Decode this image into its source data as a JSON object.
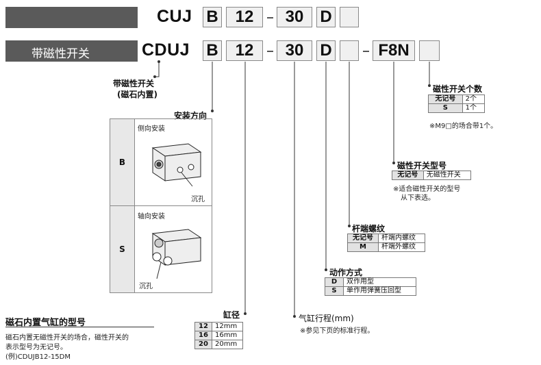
{
  "row1": {
    "prefix": "CUJ",
    "codes": [
      "B",
      "12",
      "30",
      "D",
      ""
    ]
  },
  "row2": {
    "bar_label": "带磁性开关",
    "prefix": "CDUJ",
    "codes": [
      "B",
      "12",
      "30",
      "D",
      "",
      "F8N",
      ""
    ]
  },
  "magnet": {
    "title": "带磁性开关",
    "subtitle": "(磁石内置)"
  },
  "mounting": {
    "title": "安装方向",
    "options": [
      {
        "code": "B",
        "desc": "侧向安装",
        "counterbore": "沉孔"
      },
      {
        "code": "S",
        "desc": "轴向安装",
        "counterbore": "沉孔"
      }
    ]
  },
  "bore": {
    "title": "缸径",
    "rows": [
      [
        "12",
        "12mm"
      ],
      [
        "16",
        "16mm"
      ],
      [
        "20",
        "20mm"
      ]
    ]
  },
  "stroke": {
    "title": "气缸行程(mm)",
    "note": "※参见下页的标准行程。"
  },
  "action": {
    "title": "动作方式",
    "rows": [
      [
        "D",
        "双作用型"
      ],
      [
        "S",
        "单作用弹簧压回型"
      ]
    ]
  },
  "rod_thread": {
    "title": "杆端螺纹",
    "rows": [
      [
        "无记号",
        "杆端内螺纹"
      ],
      [
        "M",
        "杆端外螺纹"
      ]
    ]
  },
  "switch_type": {
    "title": "磁性开关型号",
    "rows": [
      [
        "无记号",
        "无磁性开关"
      ]
    ],
    "note1": "※适合磁性开关的型号",
    "note2": "从下表选。"
  },
  "switch_count": {
    "title": "磁性开关个数",
    "rows": [
      [
        "无记号",
        "2个"
      ],
      [
        "S",
        "1个"
      ]
    ],
    "note": "※M9□的场合带1个。"
  },
  "magnet_model": {
    "title": "磁石内置气缸的型号",
    "line1": "磁石内置无磁性开关的场合，磁性开关的",
    "line2": "表示型号为无记号。",
    "example": "(例)CDUJB12-15DM"
  }
}
